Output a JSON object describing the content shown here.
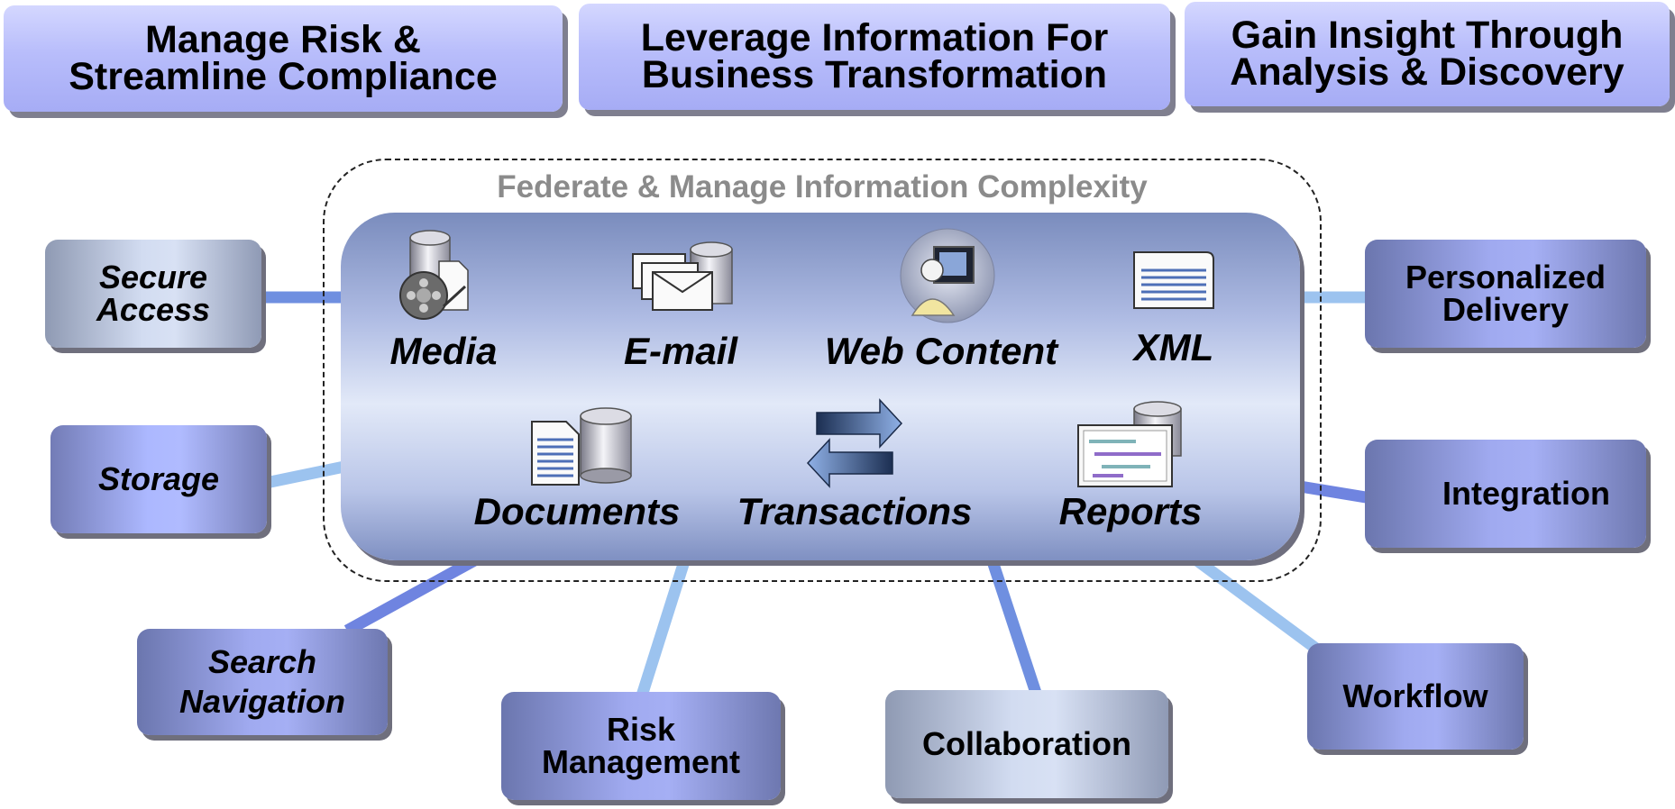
{
  "banners": [
    {
      "text": "Manage Risk &\nStreamline Compliance"
    },
    {
      "text": "Leverage Information For\nBusiness Transformation"
    },
    {
      "text": "Gain Insight Through\nAnalysis & Discovery"
    }
  ],
  "center": {
    "title": "Federate & Manage Information Complexity",
    "items": [
      {
        "label": "Media",
        "icon": "media-icon"
      },
      {
        "label": "E-mail",
        "icon": "email-icon"
      },
      {
        "label": "Web Content",
        "icon": "web-content-icon"
      },
      {
        "label": "XML",
        "icon": "xml-icon"
      },
      {
        "label": "Documents",
        "icon": "documents-icon"
      },
      {
        "label": "Transactions",
        "icon": "transactions-icon"
      },
      {
        "label": "Reports",
        "icon": "reports-icon"
      }
    ]
  },
  "left_boxes": [
    {
      "text": "Secure\nAccess"
    },
    {
      "text": "Storage"
    },
    {
      "text": "Search\nNavigation"
    }
  ],
  "right_boxes": [
    {
      "text": "Personalized\nDelivery"
    },
    {
      "text": "Integration"
    },
    {
      "text": "Workflow"
    }
  ],
  "bottom_boxes": [
    {
      "text": "Risk\nManagement"
    },
    {
      "text": "Collaboration"
    }
  ]
}
